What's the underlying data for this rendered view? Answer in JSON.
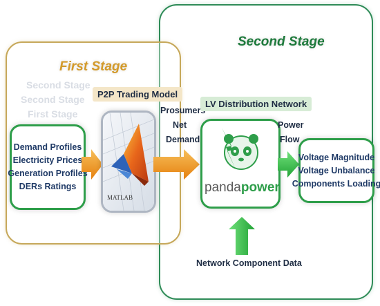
{
  "stages": {
    "first_title": "First Stage",
    "second_title": "Second Stage",
    "ghost_lines": [
      "Second Stage",
      "Second Stage",
      "First Stage"
    ]
  },
  "p2p": {
    "tag": "P2P Trading Model",
    "logo_text": "MATLAB"
  },
  "inputs": [
    "Demand Profiles",
    "Electricity Prices",
    "Generation Profiles",
    "DERs Ratings"
  ],
  "arrow1_labels": [
    "Prosumers",
    "Net",
    "Demand"
  ],
  "lv": {
    "tag": "LV Distribution Network",
    "pp_light": "panda",
    "pp_bold": "power"
  },
  "arrow2_labels": [
    "Power",
    "Flow"
  ],
  "outputs": [
    "Voltage Magnitude",
    "Voltage Unbalance",
    "Components Loading"
  ],
  "network_input": "Network Component Data",
  "colors": {
    "first_stage": "#c6a85a",
    "second_stage": "#2e8b57",
    "orange_arrow": "#f29a1f",
    "green_arrow": "#3bbf4a",
    "text_dark": "#1f3a66"
  },
  "icons": {
    "matlab": "matlab-membrane-logo",
    "pandapower": "pandapower-panda-bolt-logo"
  }
}
